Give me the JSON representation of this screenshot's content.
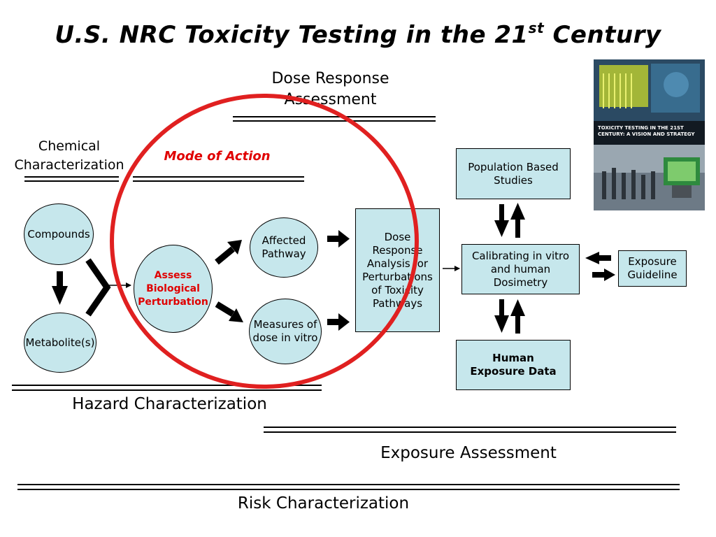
{
  "title": {
    "main": "U.S. NRC Toxicity Testing in the 21",
    "sup": "st",
    "tail": " Century"
  },
  "sections": {
    "dose_response": "Dose Response Assessment",
    "chemical": "Chemical Characterization",
    "mode_of_action": "Mode of Action",
    "hazard": "Hazard Characterization",
    "exposure": "Exposure Assessment",
    "risk": "Risk Characterization"
  },
  "nodes": {
    "compounds": "Compounds",
    "metabolites": "Metabolite(s)",
    "assess": "Assess Biological Perturbation",
    "affected": "Affected Pathway",
    "measures": "Measures of dose in vitro",
    "dose_analysis": "Dose Response Analysis for Perturbations of Toxicity Pathways",
    "population": "Population Based Studies",
    "calibrating": "Calibrating in vitro and human Dosimetry",
    "exposure_guideline": "Exposure Guideline",
    "human_exposure": "Human Exposure Data"
  },
  "book_cover": {
    "text": "TOXICITY TESTING IN THE 21ST CENTURY: A VISION AND STRATEGY"
  },
  "colors": {
    "node_fill": "#c6e7ec",
    "highlight_circle": "#e02020",
    "red_text": "#e00000"
  }
}
